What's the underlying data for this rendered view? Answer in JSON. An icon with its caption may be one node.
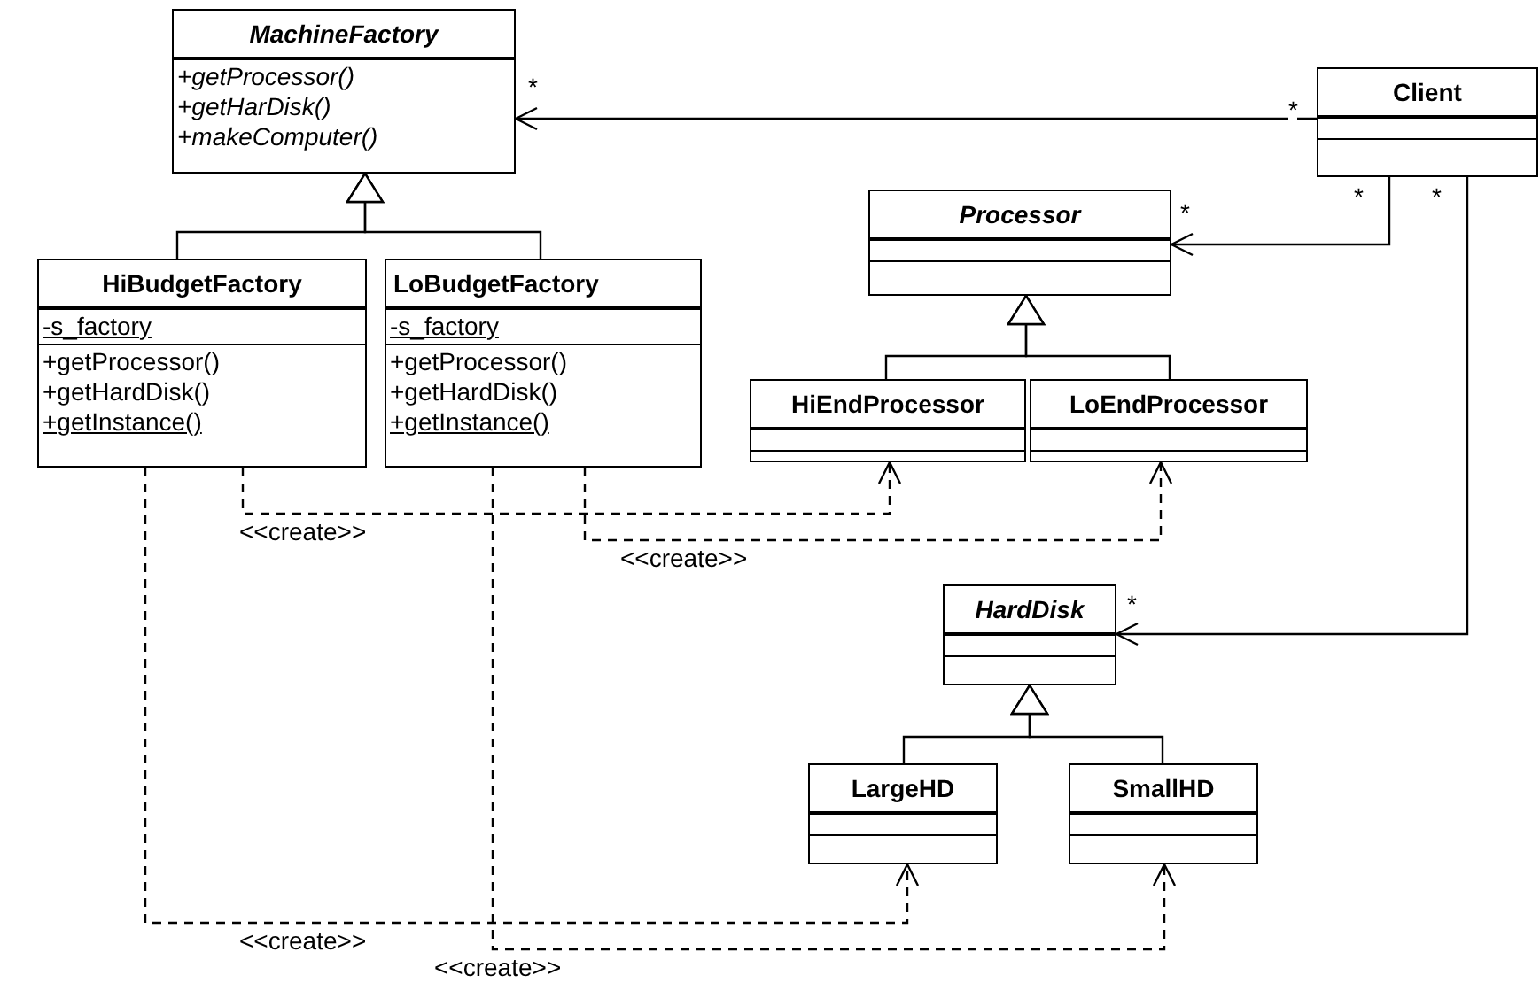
{
  "diagram": {
    "nodes": [
      {
        "text": [
          "MachineFactory",
          "+getProcessor()",
          "+getHarDisk()",
          "+makeComputer()"
        ],
        "beside": [
          "*"
        ]
      },
      {
        "text": [
          "Client"
        ],
        "beside": [
          "*",
          "*",
          "*"
        ]
      },
      {
        "text": [
          "Processor"
        ],
        "beside": [
          "*"
        ]
      },
      {
        "text": [
          "HiBudgetFactory",
          "-s_factory",
          "+getProcessor()",
          "+getHardDisk()",
          "+getInstance()"
        ]
      },
      {
        "text": [
          "LoBudgetFactory",
          "-s_factory",
          "+getProcessor()",
          "+getHardDisk()",
          "+getInstance()"
        ]
      },
      {
        "text": [
          "HiEndProcessor"
        ]
      },
      {
        "text": [
          "LoEndProcessor"
        ]
      },
      {
        "text": [
          "HardDisk"
        ],
        "beside": [
          "*"
        ]
      },
      {
        "text": [
          "LargeHD"
        ]
      },
      {
        "text": [
          "SmallHD"
        ]
      }
    ],
    "edges": [
      {
        "from": 1,
        "to": 0,
        "arrow": "to"
      },
      {
        "from": 1,
        "to": 2,
        "arrow": "to"
      },
      {
        "from": 1,
        "to": 7,
        "arrow": "to"
      },
      {
        "from": 3,
        "to": 0,
        "arrow": "to"
      },
      {
        "from": 4,
        "to": 0,
        "arrow": "to"
      },
      {
        "from": 5,
        "to": 2,
        "arrow": "to"
      },
      {
        "from": 6,
        "to": 2,
        "arrow": "to"
      },
      {
        "from": 8,
        "to": 7,
        "arrow": "to"
      },
      {
        "from": 9,
        "to": 7,
        "arrow": "to"
      },
      {
        "from": 3,
        "to": 5,
        "arrow": "to",
        "style": "dashed",
        "label": "<<create>>"
      },
      {
        "from": 4,
        "to": 6,
        "arrow": "to",
        "style": "dashed",
        "label": "<<create>>"
      },
      {
        "from": 3,
        "to": 8,
        "arrow": "to",
        "style": "dashed",
        "label": "<<create>>"
      },
      {
        "from": 4,
        "to": 9,
        "arrow": "to",
        "style": "dashed",
        "label": "<<create>>"
      }
    ]
  }
}
